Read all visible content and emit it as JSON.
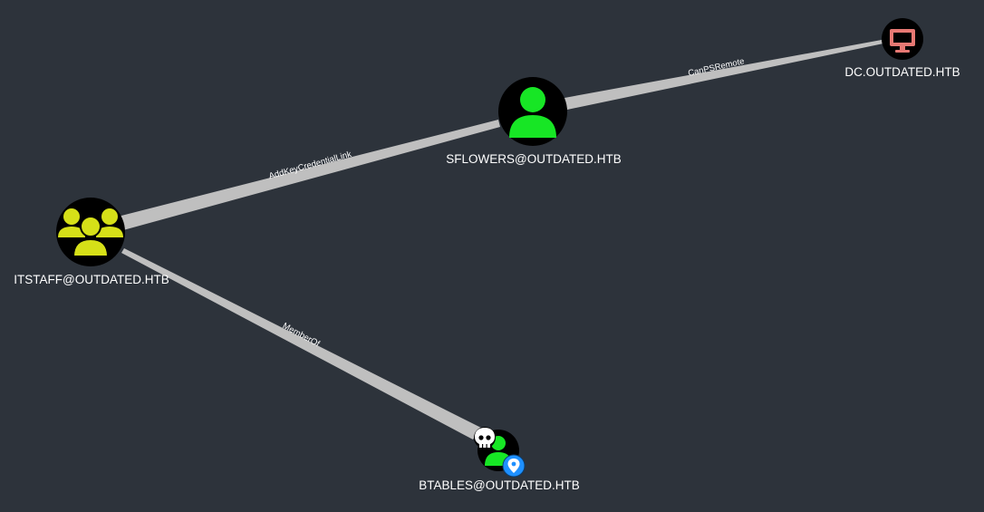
{
  "graph": {
    "background": "#2d333b",
    "edge_color": "#bfbfbf",
    "nodes": {
      "itstaff": {
        "label": "ITSTAFF@OUTDATED.HTB",
        "type": "group",
        "icon": "group-icon",
        "color": "#d6e018"
      },
      "sflowers": {
        "label": "SFLOWERS@OUTDATED.HTB",
        "type": "user",
        "icon": "user-icon",
        "color": "#17e625"
      },
      "dc": {
        "label": "DC.OUTDATED.HTB",
        "type": "computer",
        "icon": "monitor-icon",
        "color": "#e67873"
      },
      "btables": {
        "label": "BTABLES@OUTDATED.HTB",
        "type": "user",
        "icon": "user-icon",
        "color": "#17e625",
        "badges": [
          "skull-icon",
          "location-pin-icon"
        ],
        "badge_colors": {
          "owned": "#ffffff",
          "start": "#1e90ff"
        }
      }
    },
    "edges": {
      "add_key": {
        "label": "AddKeyCredentialLink",
        "from": "itstaff",
        "to": "sflowers"
      },
      "can_ps_remote": {
        "label": "CanPSRemote",
        "from": "sflowers",
        "to": "dc"
      },
      "member_of": {
        "label": "MemberOf",
        "from": "btables",
        "to": "itstaff"
      }
    }
  }
}
